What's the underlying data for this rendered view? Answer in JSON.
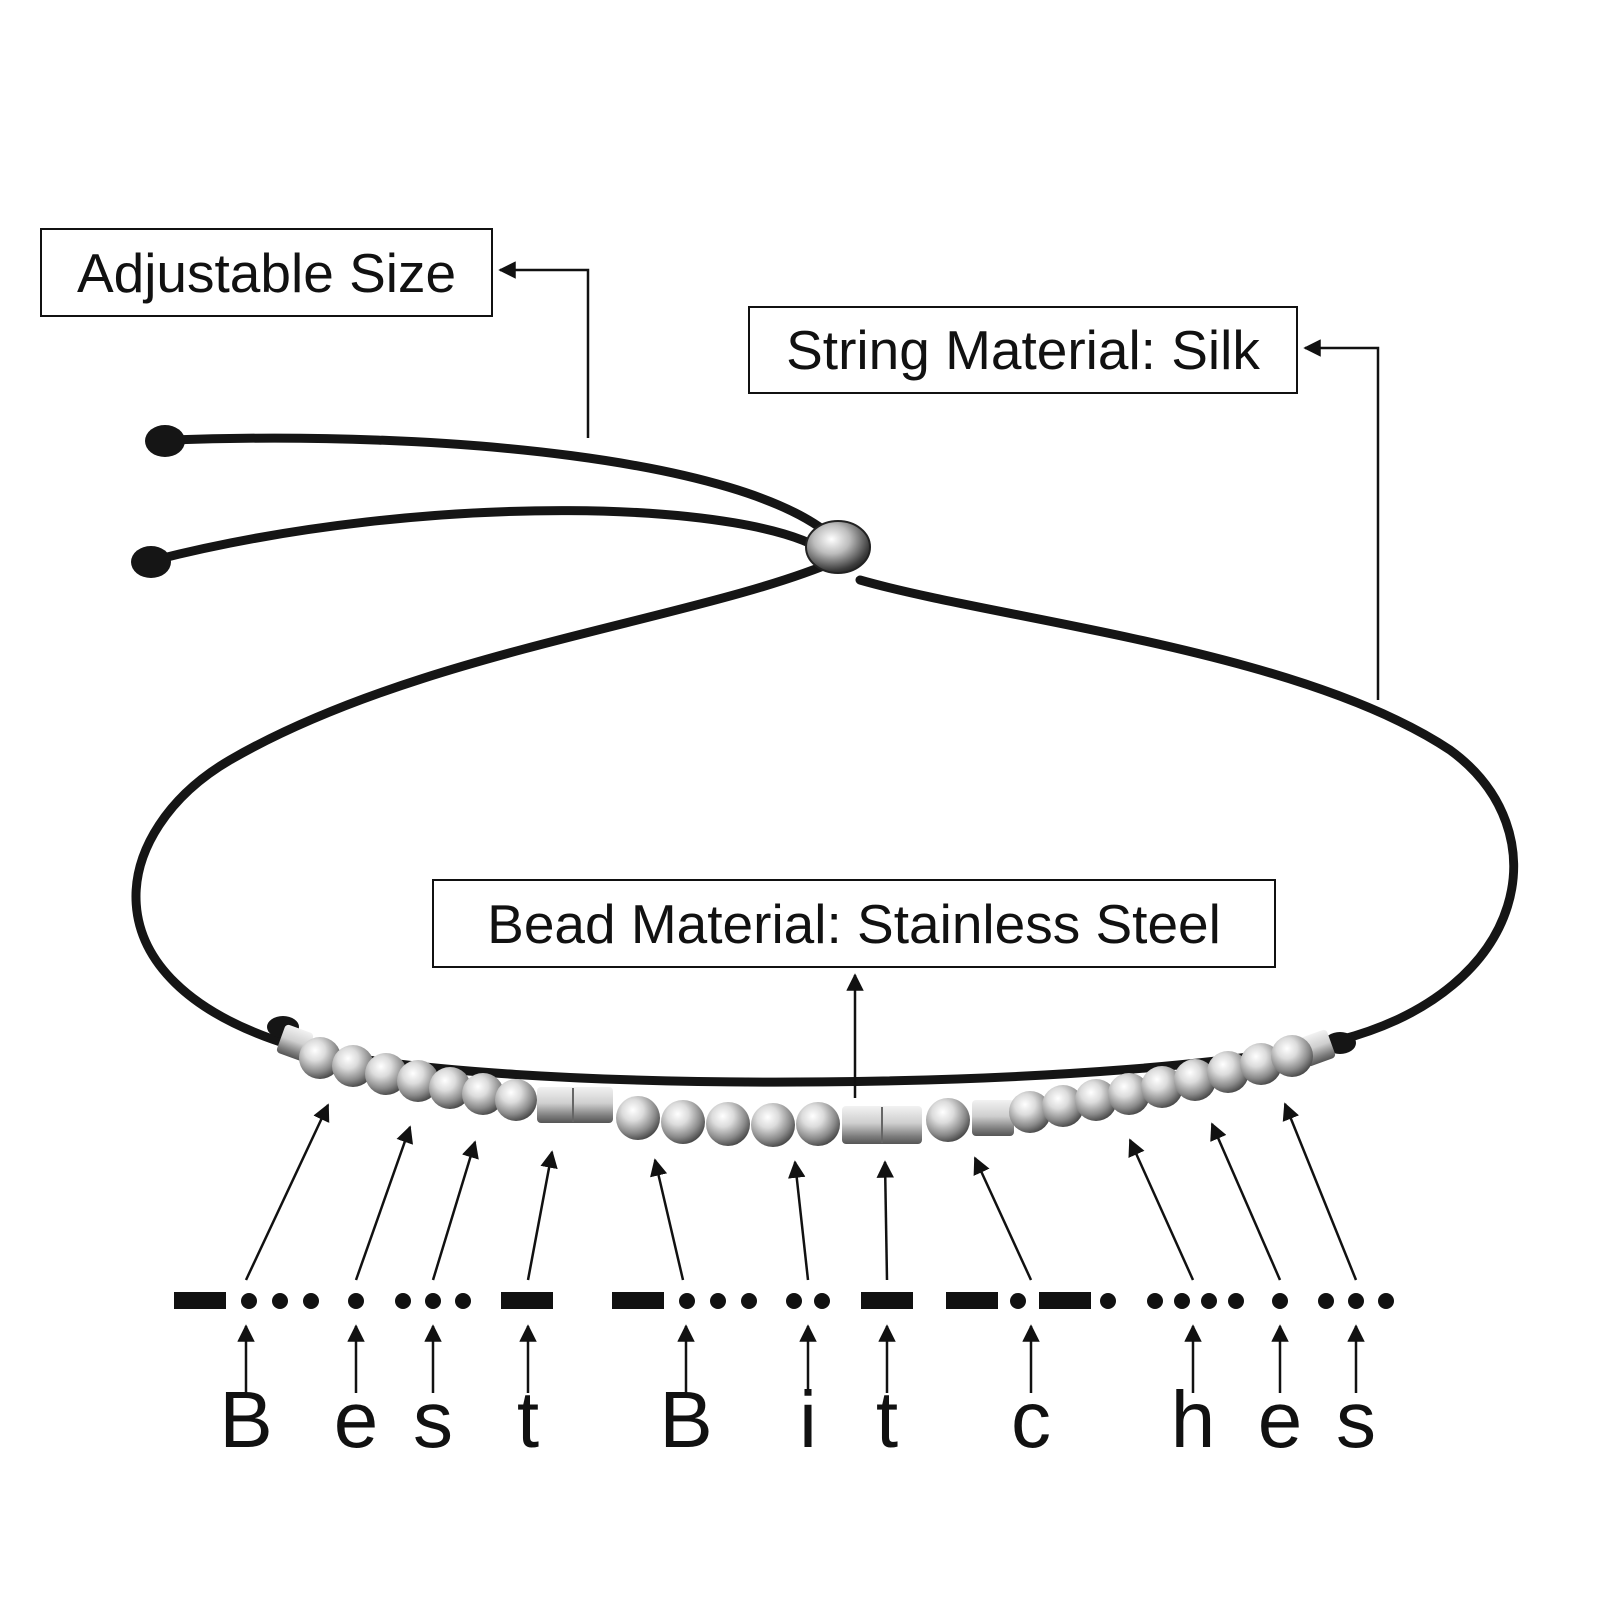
{
  "callouts": {
    "adjustable_size": "Adjustable Size",
    "string_material": "String Material: Silk",
    "bead_material": "Bead Material: Stainless Steel"
  },
  "letters": [
    "B",
    "e",
    "s",
    "t",
    "B",
    "i",
    "t",
    "c",
    "h",
    "e",
    "s"
  ],
  "colors": {
    "cord": "#151515",
    "bead_steel": "#b8b8b8",
    "ink": "#111111",
    "background": "#ffffff"
  }
}
